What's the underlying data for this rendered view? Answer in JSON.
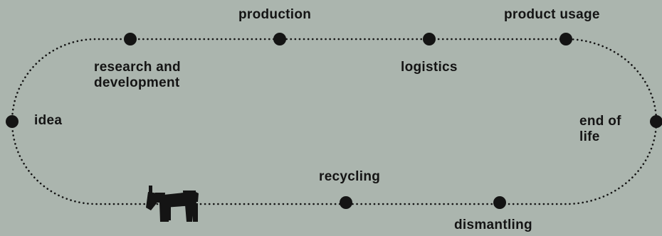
{
  "diagram": {
    "stages": [
      {
        "label": "idea"
      },
      {
        "label": "research and\ndevelopment"
      },
      {
        "label": "production"
      },
      {
        "label": "logistics"
      },
      {
        "label": "product usage"
      },
      {
        "label": "end of\nlife"
      },
      {
        "label": "dismantling"
      },
      {
        "label": "recycling"
      }
    ],
    "mascot_icon": "donkey-icon",
    "colors": {
      "background": "#abb5ae",
      "ink": "#141414"
    }
  }
}
